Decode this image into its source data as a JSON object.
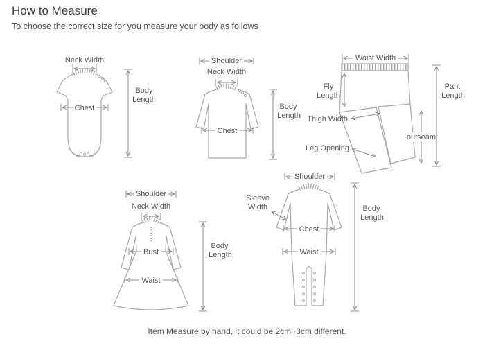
{
  "header": {
    "title": "How to Measure",
    "subtitle": "To choose the correct size for you measure your body as follows"
  },
  "garments": {
    "bodysuit": {
      "labels": {
        "neck_width": "Neck Width",
        "chest": "Chest",
        "body_length_line1": "Body",
        "body_length_line2": "Length"
      }
    },
    "shirt": {
      "labels": {
        "shoulder": "Shoulder",
        "neck_width": "Neck Width",
        "chest": "Chest",
        "body_length_line1": "Body",
        "body_length_line2": "Length"
      }
    },
    "pants": {
      "labels": {
        "waist_width": "Waist Width",
        "fly_length_line1": "Fly",
        "fly_length_line2": "Length",
        "thigh_width": "Thigh Width",
        "leg_opening": "Leg Opening",
        "outseam": "outseam",
        "pant_length_line1": "Pant",
        "pant_length_line2": "Length"
      }
    },
    "dress": {
      "labels": {
        "shoulder": "Shoulder",
        "neck_width": "Neck Width",
        "bust": "Bust",
        "waist": "Waist",
        "body_length_line1": "Body",
        "body_length_line2": "Length"
      }
    },
    "romper": {
      "labels": {
        "shoulder": "Shoulder",
        "sleeve_width_line1": "Sleeve",
        "sleeve_width_line2": "Width",
        "chest": "Chest",
        "waist": "Waist",
        "body_length_line1": "Body",
        "body_length_line2": "Length"
      }
    }
  },
  "footer": {
    "note": "Item Measure by hand, it could be 2cm~3cm different."
  },
  "colors": {
    "background": "#ffffff",
    "garment_line": "#a6a6a6",
    "measure_line": "#8c8c8c",
    "label_text": "#555555",
    "title_text": "#3a3a3a"
  }
}
